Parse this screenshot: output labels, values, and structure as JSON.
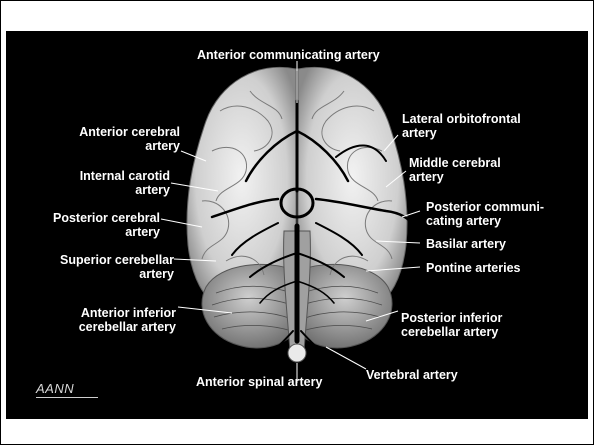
{
  "labels": {
    "anterior_communicating": "Anterior communicating artery",
    "lateral_orbitofrontal": [
      "Lateral orbitofrontal",
      "artery"
    ],
    "anterior_cerebral": [
      "Anterior cerebral",
      "artery"
    ],
    "middle_cerebral": [
      "Middle cerebral",
      "artery"
    ],
    "internal_carotid": [
      "Internal carotid",
      "artery"
    ],
    "posterior_communicating": [
      "Posterior communi-",
      "cating artery"
    ],
    "posterior_cerebral": [
      "Posterior cerebral",
      "artery"
    ],
    "basilar": "Basilar artery",
    "superior_cerebellar": [
      "Superior cerebellar",
      "artery"
    ],
    "pontine": "Pontine arteries",
    "anterior_inferior_cerebellar": [
      "Anterior inferior",
      "cerebellar artery"
    ],
    "posterior_inferior_cerebellar": [
      "Posterior inferior",
      "cerebellar artery"
    ],
    "vertebral": "Vertebral artery",
    "anterior_spinal": "Anterior spinal artery"
  },
  "logo": "AANN"
}
